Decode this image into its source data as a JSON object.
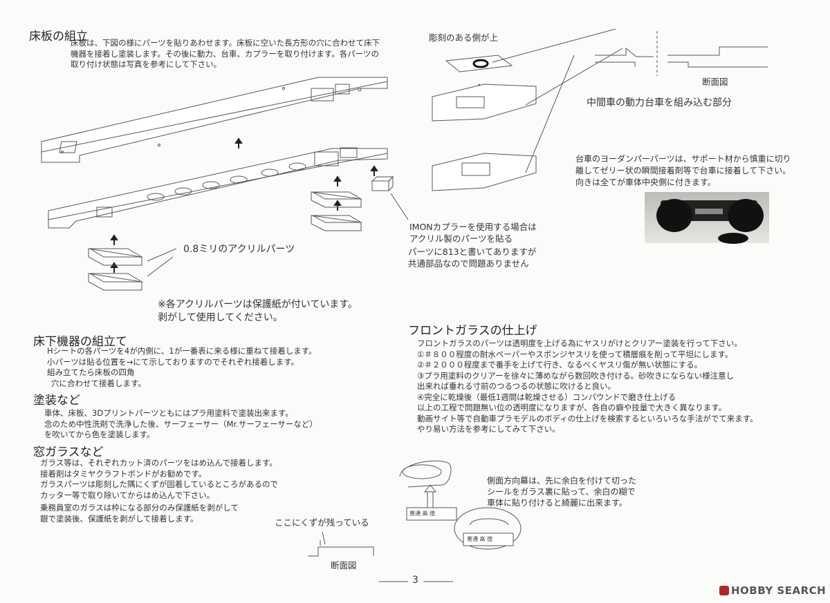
{
  "sections": {
    "floor": {
      "title": "床板の組立",
      "lines": [
        "床板は、下図の様にパーツを貼りあわせます。床板に空いた長方形の穴に合わせて床下",
        "機器を接着し塗装します。その後に動力、台車、カプラーを取り付けます。各パーツの",
        "取り付け状態は写真を参考にして下さい。"
      ]
    },
    "underfloor": {
      "title": "床下機器の組立て",
      "lines": [
        "Hシートの各パーツを4が内側に、1が一番表に来る様に重ねて接着します。",
        "小パーツは貼る位置を→にて示しておりますのでそれぞれ接着します。",
        "組み立てたら床板の四角",
        "穴に合わせて接着します。"
      ]
    },
    "painting": {
      "title": "塗装など",
      "lines": [
        "車体、床板、3Dプリントパーツともにはプラ用塗料で塗装出来ます。",
        "念のため中性洗剤で洗浄した後、サーフェーサー（Mr.サーフェーサーなど）",
        "を吹いてから色を塗装します。"
      ]
    },
    "glass": {
      "title": "窓ガラスなど",
      "lines": [
        "ガラス等は、それぞれカット済のパーツをはめ込んで接着します。",
        "接着剤はタミヤクラフトボンドがお勧めです。",
        "ガラスパーツは彫刻した隅にくずが固着しているところがあるので",
        "カッター等で取り除いてからはめ込んで下さい。",
        "乗務員室のガラスは枠になる部分のみ保護紙を剥がして",
        "銀で塗装後、保護紙を剥がして接着します。"
      ]
    },
    "front_glass": {
      "title": "フロントガラスの仕上げ",
      "lines": [
        "フロントガラスのパーツは透明度を上げる為にヤスリがけとクリアー塗装を行って下さい。",
        "①＃８００程度の耐水ペーパーやスポンジヤスリを使って積層痕を削って平坦にします。",
        "②＃２０００程度まで番手を上げて行き、なるべくヤスリ傷が無い状態にする。",
        "③プラ用塗料のクリアーを徐々に薄めながら数回吹き付ける。砂吹きにならない様注意し",
        "出来れば垂れる寸前のつるつるの状態に吹けると良い。",
        "④完全に乾燥後（最低1週間は乾燥させる）コンパウンドで磨き仕上げる",
        "以上の工程で問題無い位の透明度になりますが、各自の癖や技量で大きく異なります。",
        "動画サイト等で自動車プラモデルのボディの仕上げを検索するといろいろな手法がでて来ます。",
        "やり易い方法を参考にしてみて下さい。"
      ]
    }
  },
  "labels": {
    "engraved_side": "彫刻のある側が上",
    "cross_section_top": "断面図",
    "motor_bogie": "中間車の動力台車を組み込む部分",
    "bogie_note": [
      "台車のヨーダンパーパーツは、サポート材から慎重に切り",
      "離してゼリー状の瞬間接着剤等で台車に接着して下さい。",
      "向きは全てが車体中央側に付きます。"
    ],
    "imon_coupler": [
      "IMONカプラーを使用する場合は",
      "アクリル製のパーツを貼る"
    ],
    "parts_813": [
      "パーツに813と書いてありますが",
      "共通部品なので問題ありません"
    ],
    "acrylic_parts": "0.8ミリのアクリルパーツ",
    "protective_note": [
      "※各アクリルパーツは保護紙が付いています。",
      "剥がして使用してください。"
    ],
    "debris_remains": "ここにくずが残っている",
    "cross_section_bottom": "断面図",
    "side_sign": [
      "側面方向幕は、先に余白を付けて切った",
      "シールをガラス裏に貼って、余白の糊で",
      "車体に貼り付けると綺麗に出来ます。"
    ],
    "sign_text": "普通 高 徳",
    "page_number": "3",
    "watermark": "HOBBY SEARCH"
  },
  "colors": {
    "ink": "#222222",
    "line": "#555555",
    "paper": "#fbfbfa",
    "watermark_accent": "#b4262a"
  }
}
